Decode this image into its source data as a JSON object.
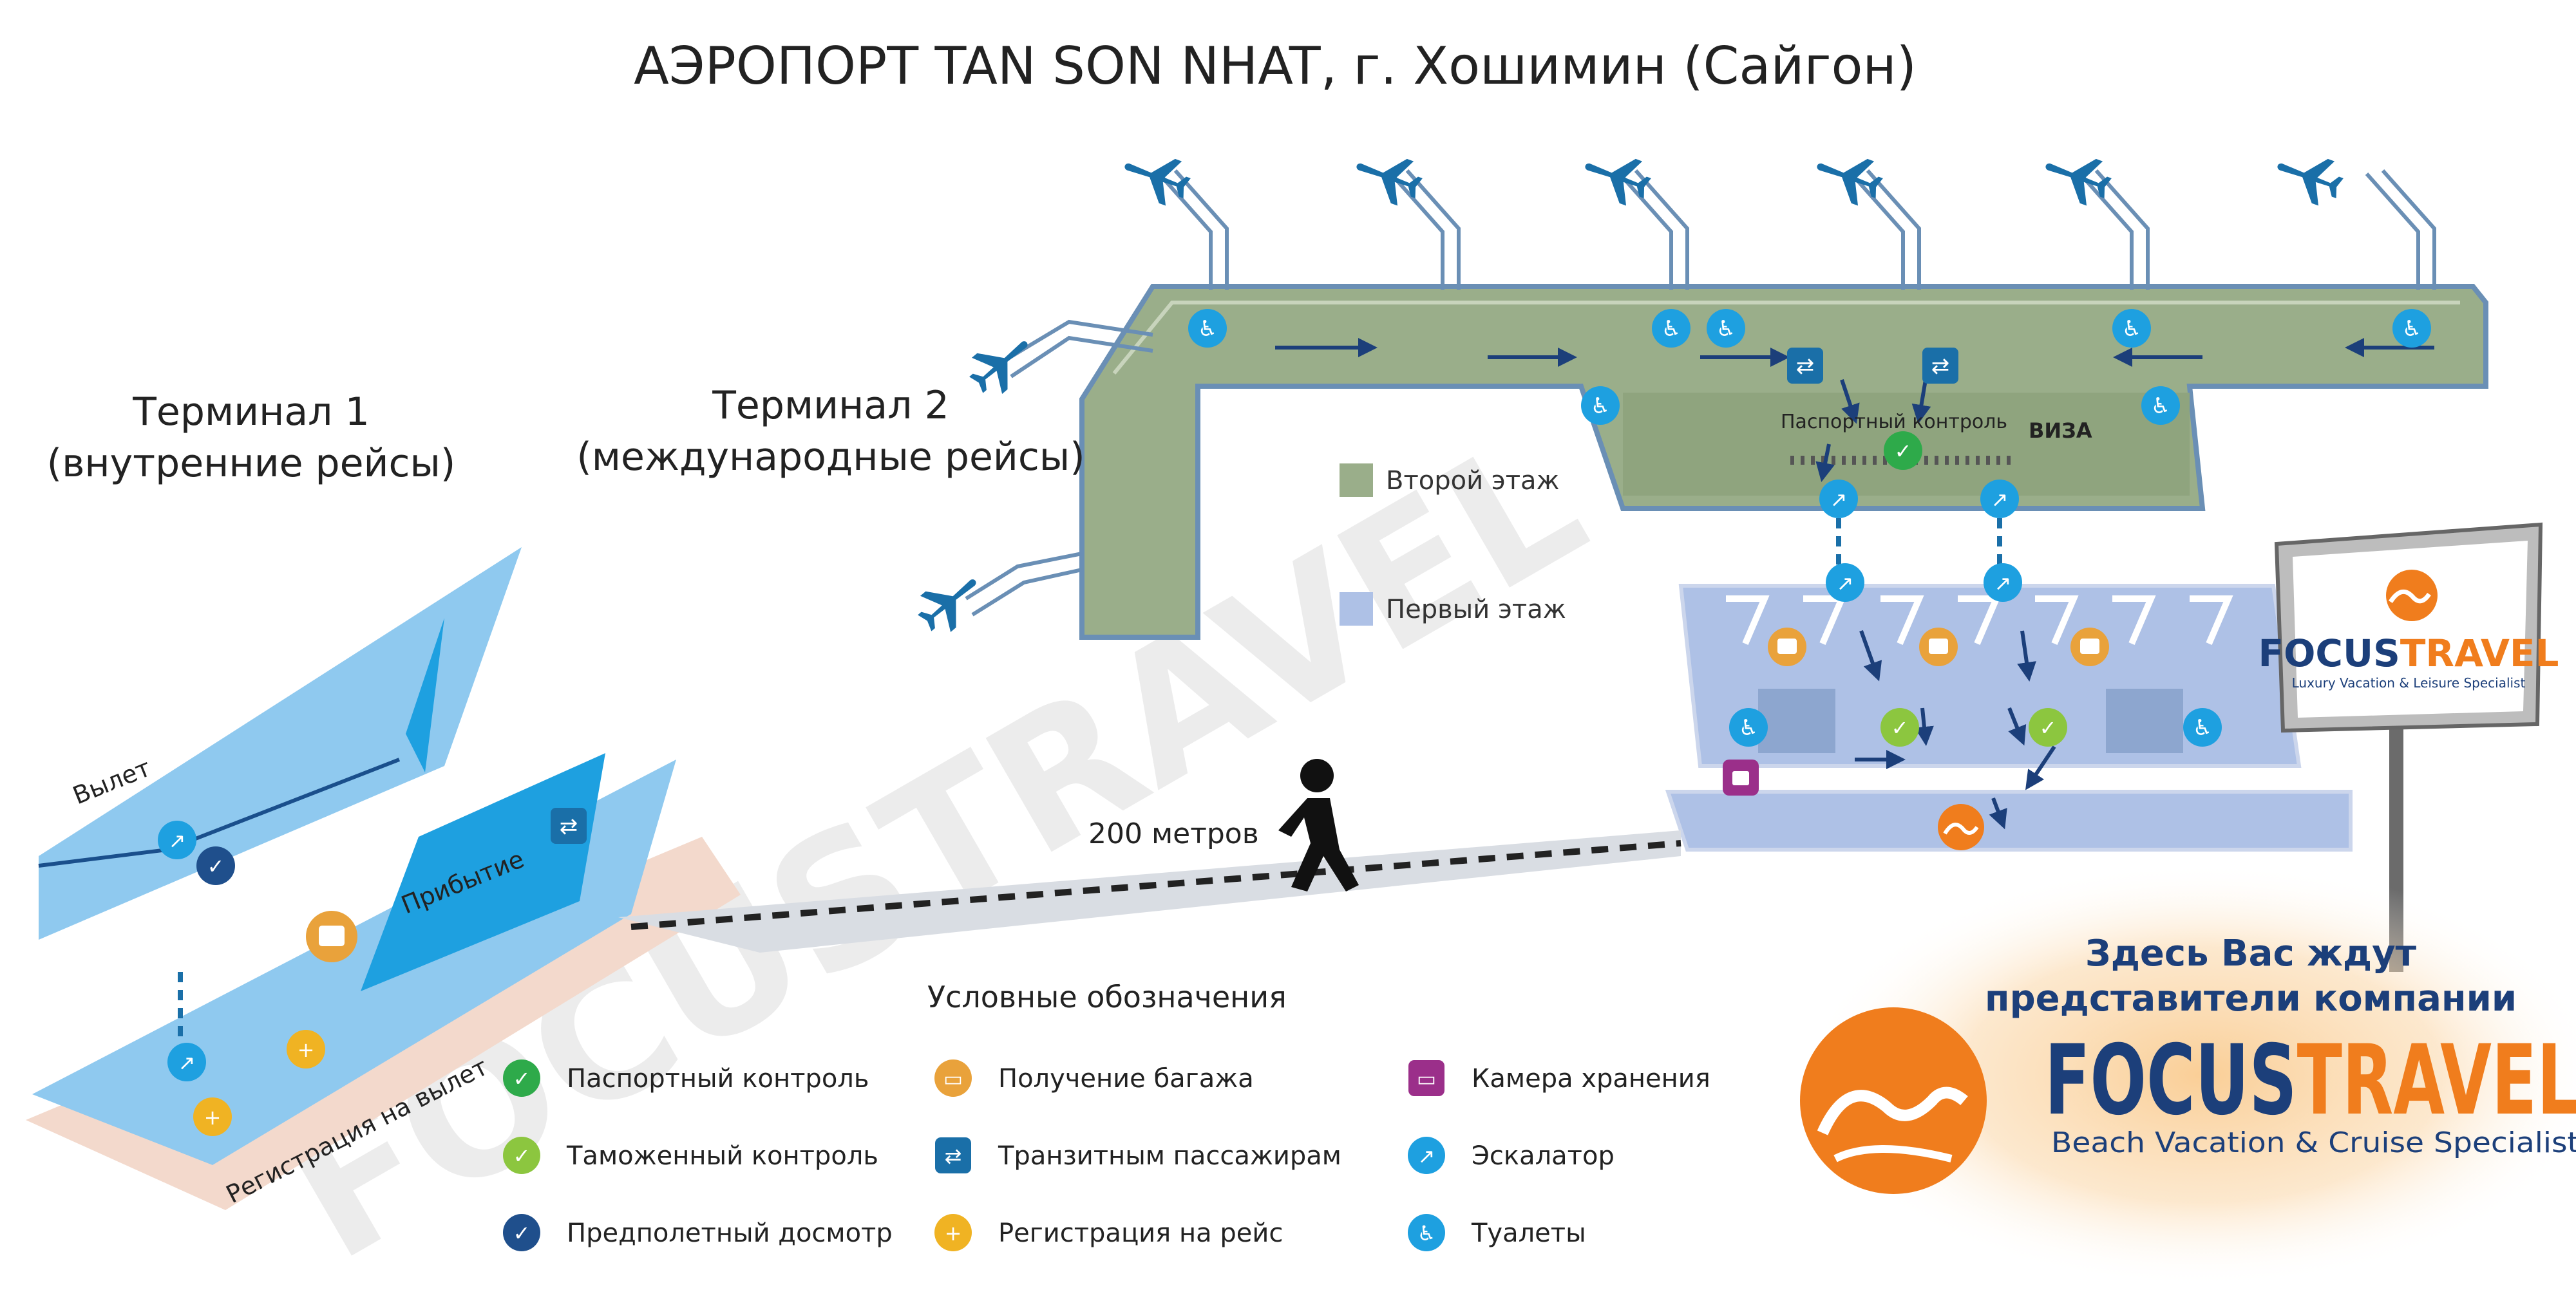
{
  "title": "АЭРОПОРТ TAN SON NHAT, г. Хошимин (Сайгон)",
  "terminal1": {
    "line1": "Терминал 1",
    "line2": "(внутренние рейсы)"
  },
  "terminal2": {
    "line1": "Терминал 2",
    "line2": "(международные рейсы)"
  },
  "floors": {
    "second": "Второй этаж",
    "first": "Первый этаж"
  },
  "t2_labels": {
    "passport": "Паспортный контроль",
    "visa": "ВИЗА"
  },
  "t1_labels": {
    "departure": "Вылет",
    "arrival": "Прибытие",
    "checkin": "Регистрация на вылет"
  },
  "walk": {
    "distance": "200 метров"
  },
  "legend": {
    "title": "Условные обозначения",
    "items": [
      {
        "label": "Паспортный контроль",
        "icon": "passport-control-icon",
        "color": "#2eaa4a"
      },
      {
        "label": "Таможенный контроль",
        "icon": "customs-icon",
        "color": "#8cc63f"
      },
      {
        "label": "Предполетный досмотр",
        "icon": "security-check-icon",
        "color": "#1f4f8c"
      },
      {
        "label": "Получение багажа",
        "icon": "baggage-claim-icon",
        "color": "#e9a23b"
      },
      {
        "label": "Транзитным пассажирам",
        "icon": "transit-icon",
        "color": "#1a6fa8"
      },
      {
        "label": "Регистрация на рейс",
        "icon": "checkin-icon",
        "color": "#f0b323"
      },
      {
        "label": "Камера хранения",
        "icon": "luggage-storage-icon",
        "color": "#9b2f8a"
      },
      {
        "label": "Эскалатор",
        "icon": "escalator-icon",
        "color": "#1ea0e0"
      },
      {
        "label": "Туалеты",
        "icon": "toilet-icon",
        "color": "#1ea0e0"
      }
    ]
  },
  "sign": {
    "brand_a": "FOCUS",
    "brand_b": "TRAVEL",
    "tagline": "Luxury Vacation & Leisure Specialist"
  },
  "promo": {
    "line1": "Здесь Вас ждут",
    "line2": "представители компании",
    "brand_a": "FOCUS",
    "brand_b": "TRAVEL",
    "tagline": "Beach Vacation & Cruise Specialist"
  },
  "watermark": "FOCUSTRAVEL",
  "colors": {
    "floor2": "#9aae8a",
    "floor1": "#aec1e6",
    "t1": "#8fc9ef",
    "accent_blue": "#1a6fa8",
    "brand_orange": "#f07d1d",
    "brand_navy": "#1c3f7a"
  }
}
